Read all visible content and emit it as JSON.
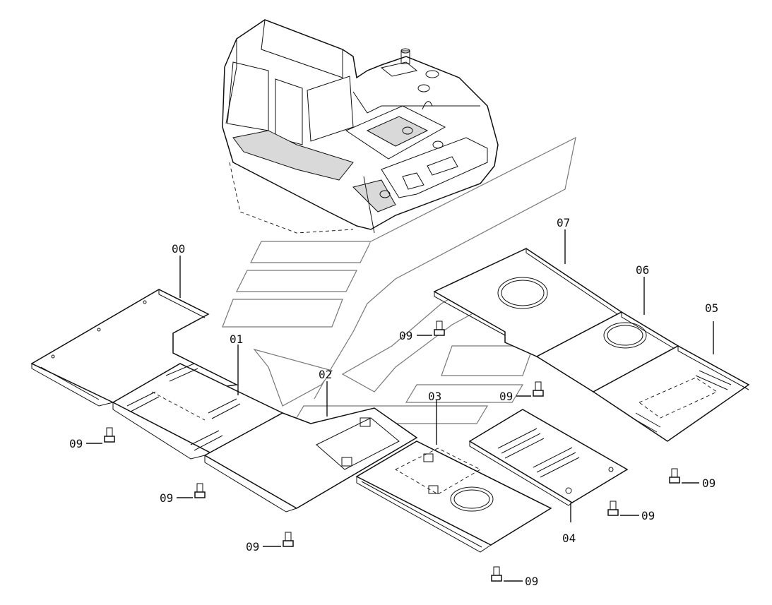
{
  "diagram": {
    "parts": [
      {
        "id": "part-00",
        "label": "00"
      },
      {
        "id": "part-01",
        "label": "01"
      },
      {
        "id": "part-02",
        "label": "02"
      },
      {
        "id": "part-03",
        "label": "03"
      },
      {
        "id": "part-04",
        "label": "04"
      },
      {
        "id": "part-05",
        "label": "05"
      },
      {
        "id": "part-06",
        "label": "06"
      },
      {
        "id": "part-07",
        "label": "07"
      }
    ],
    "bolt_label": "09",
    "bolt_count": 8
  }
}
